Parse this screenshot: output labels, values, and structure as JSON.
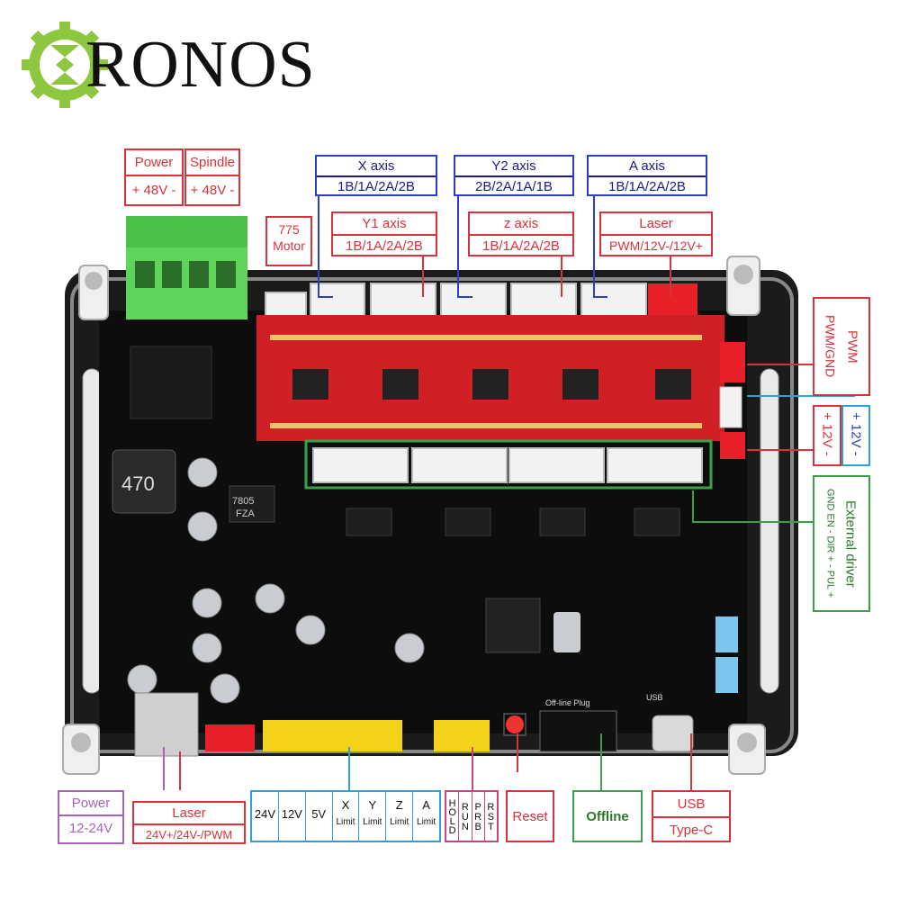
{
  "brand": {
    "name": "RONOS"
  },
  "colors": {
    "accent_red": "#d8323a",
    "accent_blue": "#2b3fc4",
    "accent_green": "#3aa14a",
    "accent_purple": "#a763b8",
    "accent_cyan": "#2fa0d6",
    "logo_green": "#8dc63f"
  },
  "labels": {
    "power_top": {
      "title": "Power",
      "value": "+ 48V -"
    },
    "spindle": {
      "title": "Spindle",
      "value": "+ 48V -"
    },
    "motor": {
      "line1": "775",
      "line2": "Motor"
    },
    "x_axis": {
      "title": "X axis",
      "value": "1B/1A/2A/2B"
    },
    "y2_axis": {
      "title": "Y2 axis",
      "value": "2B/2A/1A/1B"
    },
    "a_axis": {
      "title": "A axis",
      "value": "1B/1A/2A/2B"
    },
    "y1_axis": {
      "title": "Y1 axis",
      "value": "1B/1A/2A/2B"
    },
    "z_axis": {
      "title": "z axis",
      "value": "1B/1A/2A/2B"
    },
    "laser_top": {
      "title": "Laser",
      "value": "PWM/12V-/12V+"
    },
    "pwm": {
      "title": "PWM",
      "value": "PWM/GND"
    },
    "v12_red": {
      "text": "+ 12V -"
    },
    "v12_blue": {
      "text": "+ 12V -"
    },
    "external_driver": {
      "title": "External driver",
      "value": "GND EN - DIR + - PUL +"
    },
    "power_bottom": {
      "title": "Power",
      "value": "12-24V"
    },
    "laser_bottom": {
      "title": "Laser",
      "value": "24V+/24V-/PWM"
    },
    "limits": [
      {
        "top": "24V",
        "bottom": ""
      },
      {
        "top": "12V",
        "bottom": ""
      },
      {
        "top": "5V",
        "bottom": ""
      },
      {
        "top": "X",
        "bottom": "Limit"
      },
      {
        "top": "Y",
        "bottom": "Limit"
      },
      {
        "top": "Z",
        "bottom": "Limit"
      },
      {
        "top": "A",
        "bottom": "Limit"
      }
    ],
    "controls": [
      "HOLD",
      "RUN",
      "PRB",
      "RST"
    ],
    "reset": {
      "text": "Reset"
    },
    "offline": {
      "text": "Offline"
    },
    "usb": {
      "title": "USB",
      "value": "Type-C"
    }
  },
  "board": {
    "silkscreen": [
      "470",
      "7805",
      "FZA",
      "Off-line Plug",
      "USB"
    ]
  }
}
